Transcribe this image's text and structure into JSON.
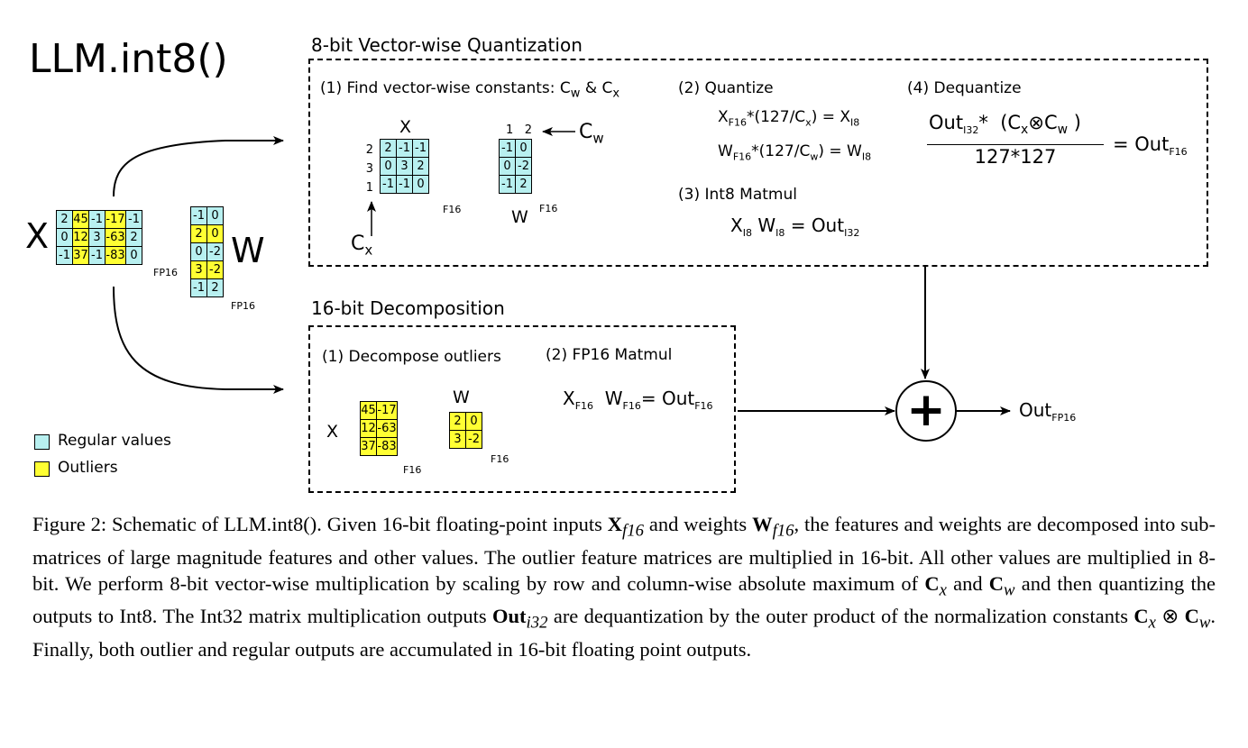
{
  "title": "LLM.int8()",
  "input": {
    "x_label": "X",
    "w_label": "W",
    "x_matrix": [
      [
        {
          "v": "2",
          "t": "r"
        },
        {
          "v": "45",
          "t": "o"
        },
        {
          "v": "-1",
          "t": "r"
        },
        {
          "v": "-17",
          "t": "o"
        },
        {
          "v": "-1",
          "t": "r"
        }
      ],
      [
        {
          "v": "0",
          "t": "r"
        },
        {
          "v": "12",
          "t": "o"
        },
        {
          "v": "3",
          "t": "r"
        },
        {
          "v": "-63",
          "t": "o"
        },
        {
          "v": "2",
          "t": "r"
        }
      ],
      [
        {
          "v": "-1",
          "t": "r"
        },
        {
          "v": "37",
          "t": "o"
        },
        {
          "v": "-1",
          "t": "r"
        },
        {
          "v": "-83",
          "t": "o"
        },
        {
          "v": "0",
          "t": "r"
        }
      ]
    ],
    "w_matrix": [
      [
        {
          "v": "-1",
          "t": "r"
        },
        {
          "v": "0",
          "t": "r"
        }
      ],
      [
        {
          "v": "2",
          "t": "o"
        },
        {
          "v": "0",
          "t": "o"
        }
      ],
      [
        {
          "v": "0",
          "t": "r"
        },
        {
          "v": "-2",
          "t": "r"
        }
      ],
      [
        {
          "v": "3",
          "t": "o"
        },
        {
          "v": "-2",
          "t": "o"
        }
      ],
      [
        {
          "v": "-1",
          "t": "r"
        },
        {
          "v": "2",
          "t": "r"
        }
      ]
    ],
    "x_dtype": "FP16",
    "w_dtype": "FP16"
  },
  "legend": {
    "regular": "Regular values",
    "outliers": "Outliers",
    "regular_color": "#b8f0f0",
    "outlier_color": "#ffff33"
  },
  "quant": {
    "heading": "8-bit Vector-wise Quantization",
    "step1": "(1) Find vector-wise constants: C",
    "step1_w": "w",
    "step1_amp": " & C",
    "step1_x": "x",
    "step2": "(2) Quantize",
    "step3": "(3) Int8 Matmul",
    "step4": "(4) Dequantize",
    "x_label": "X",
    "w_label": "W",
    "x_dtype": "F16",
    "w_dtype": "F16",
    "row_consts": [
      "2",
      "3",
      "1"
    ],
    "col_consts": [
      "1",
      "2"
    ],
    "cw_label": "C",
    "cw_sub": "w",
    "cx_label": "C",
    "cx_sub": "x",
    "x_matrix": [
      [
        {
          "v": "2",
          "t": "r"
        },
        {
          "v": "-1",
          "t": "r"
        },
        {
          "v": "-1",
          "t": "r"
        }
      ],
      [
        {
          "v": "0",
          "t": "r"
        },
        {
          "v": "3",
          "t": "r"
        },
        {
          "v": "2",
          "t": "r"
        }
      ],
      [
        {
          "v": "-1",
          "t": "r"
        },
        {
          "v": "-1",
          "t": "r"
        },
        {
          "v": "0",
          "t": "r"
        }
      ]
    ],
    "w_matrix": [
      [
        {
          "v": "-1",
          "t": "r"
        },
        {
          "v": "0",
          "t": "r"
        }
      ],
      [
        {
          "v": "0",
          "t": "r"
        },
        {
          "v": "-2",
          "t": "r"
        }
      ],
      [
        {
          "v": "-1",
          "t": "r"
        },
        {
          "v": "2",
          "t": "r"
        }
      ]
    ],
    "eq_x": {
      "a": "X",
      "a_sub": "F16",
      "b": "*(127/C",
      "b_sub": "x",
      "c": ") = X",
      "c_sub": "I8"
    },
    "eq_w": {
      "a": "W",
      "a_sub": "F16",
      "b": "*(127/C",
      "b_sub": "w",
      "c": ") = W",
      "c_sub": "I8"
    },
    "eq_mm": {
      "a": "X",
      "a_sub": "I8",
      "b": "W",
      "b_sub": "I8",
      "c": "= Out",
      "c_sub": "I32"
    },
    "eq_dq": {
      "num_a": "Out",
      "num_a_sub": "I32",
      "num_star": "*",
      "num_b": "(C",
      "num_x": "x",
      "num_otimes": "⊗",
      "num_c": "C",
      "num_w": "w",
      "num_d": ")",
      "den": "127*127",
      "rhs": "= Out",
      "rhs_sub": "F16"
    }
  },
  "decomp": {
    "heading": "16-bit Decomposition",
    "step1": "(1) Decompose outliers",
    "step2": "(2) FP16 Matmul",
    "x_label": "X",
    "w_label": "W",
    "x_dtype": "F16",
    "w_dtype": "F16",
    "x_matrix": [
      [
        {
          "v": "45",
          "t": "o"
        },
        {
          "v": "-17",
          "t": "o"
        }
      ],
      [
        {
          "v": "12",
          "t": "o"
        },
        {
          "v": "-63",
          "t": "o"
        }
      ],
      [
        {
          "v": "37",
          "t": "o"
        },
        {
          "v": "-83",
          "t": "o"
        }
      ]
    ],
    "w_matrix": [
      [
        {
          "v": "2",
          "t": "o"
        },
        {
          "v": "0",
          "t": "o"
        }
      ],
      [
        {
          "v": "3",
          "t": "o"
        },
        {
          "v": "-2",
          "t": "o"
        }
      ]
    ],
    "eq": {
      "a": "X",
      "a_sub": "F16",
      "b": "W",
      "b_sub": "F16",
      "c": "= Out",
      "c_sub": "F16"
    }
  },
  "sum_symbol": "+",
  "output": {
    "label": "Out",
    "sub": "FP16"
  },
  "caption": {
    "t1": "Figure 2: Schematic of LLM.int8(). Given 16-bit floating-point inputs ",
    "m1": "X",
    "m1s": "f16",
    "t2": " and weights ",
    "m2": "W",
    "m2s": "f16",
    "t3": ", the features and weights are decomposed into sub-matrices of large magnitude features and other values. The outlier feature matrices are multiplied in 16-bit. All other values are multiplied in 8-bit. We perform 8-bit vector-wise multiplication by scaling by row and column-wise absolute maximum of ",
    "m3": "C",
    "m3s": "x",
    "t4": " and ",
    "m4": "C",
    "m4s": "w",
    "t5": " and then quantizing the outputs to Int8. The Int32 matrix multiplication outputs ",
    "m5": "Out",
    "m5s": "i32",
    "t6": " are dequantization by the outer product of the normalization constants ",
    "m6": "C",
    "m6s": "x",
    "m6op": " ⊗ ",
    "m7": "C",
    "m7s": "w",
    "t7": ". Finally, both outlier and regular outputs are accumulated in 16-bit floating point outputs."
  }
}
